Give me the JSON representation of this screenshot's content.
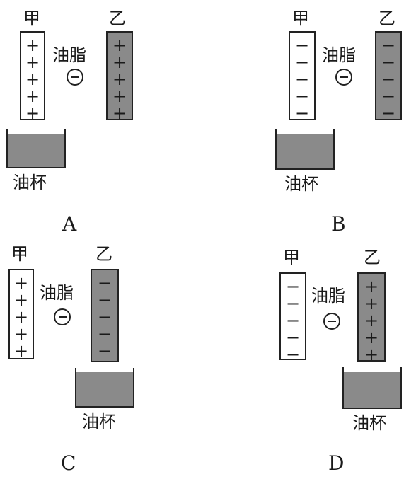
{
  "labels": {
    "plate_a": "甲",
    "plate_b": "乙",
    "droplet": "油脂",
    "cup": "油杯"
  },
  "signs": {
    "plus": "+",
    "minus": "−"
  },
  "options": [
    {
      "letter": "A",
      "plate_a_charge": "+",
      "plate_b_charge": "+",
      "droplet_charge": "−",
      "cup_under": "甲"
    },
    {
      "letter": "B",
      "plate_a_charge": "−",
      "plate_b_charge": "−",
      "droplet_charge": "−",
      "cup_under": "甲"
    },
    {
      "letter": "C",
      "plate_a_charge": "+",
      "plate_b_charge": "−",
      "droplet_charge": "−",
      "cup_under": "乙"
    },
    {
      "letter": "D",
      "plate_a_charge": "−",
      "plate_b_charge": "+",
      "droplet_charge": "−",
      "cup_under": "乙"
    }
  ],
  "colors": {
    "plate_b_fill": "#8a8a8a",
    "oil_fill": "#8a8a8a",
    "line": "#222222"
  }
}
